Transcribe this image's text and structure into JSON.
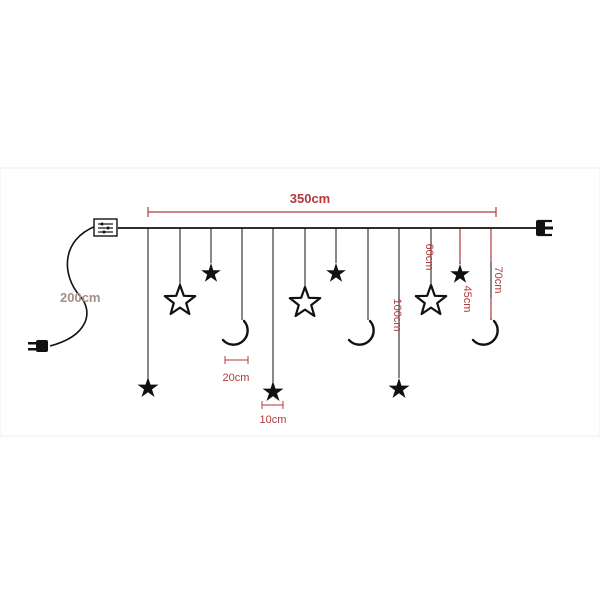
{
  "colors": {
    "background": "#ffffff",
    "panel": "#ffffff",
    "panel_border": "#e8e8e8",
    "line": "#111111",
    "dimension": "#b23a3a",
    "label_gray": "#a58d86"
  },
  "labels": {
    "total_length": "350cm",
    "cable_length": "200cm",
    "spacing_20": "20cm",
    "spacing_10": "10cm",
    "drop_100": "100cm",
    "drop_60": "60cm",
    "drop_45": "45cm",
    "drop_70": "70cm"
  },
  "icons": {
    "controller": "controller-box-icon",
    "plug_left": "plug-icon",
    "plug_right": "end-connector-icon",
    "star_outline": "star-outline-icon",
    "star_filled": "star-filled-icon",
    "moon": "crescent-moon-icon"
  }
}
